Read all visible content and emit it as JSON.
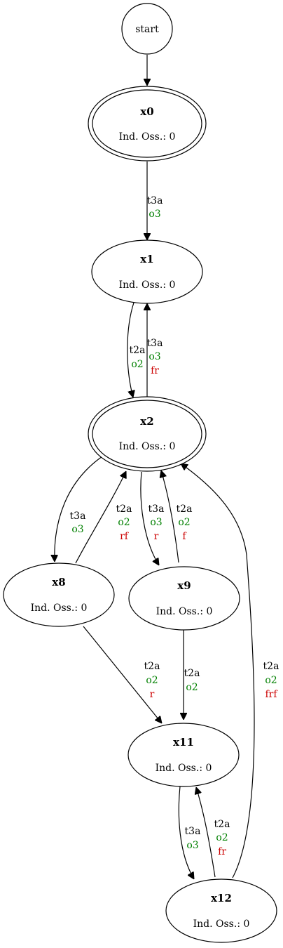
{
  "colors": {
    "event": "#000000",
    "observation": "#008000",
    "fault": "#cc0000"
  },
  "nodes": {
    "start": {
      "title": "start"
    },
    "x0": {
      "title": "x0",
      "sub": "Ind. Oss.: 0"
    },
    "x1": {
      "title": "x1",
      "sub": "Ind. Oss.: 0"
    },
    "x2": {
      "title": "x2",
      "sub": "Ind. Oss.: 0"
    },
    "x8": {
      "title": "x8",
      "sub": "Ind. Oss.: 0"
    },
    "x9": {
      "title": "x9",
      "sub": "Ind. Oss.: 0"
    },
    "x11": {
      "title": "x11",
      "sub": "Ind. Oss.: 0"
    },
    "x12": {
      "title": "x12",
      "sub": "Ind. Oss.: 0"
    }
  },
  "edges": {
    "x0_x1": {
      "event": "t3a",
      "obs": "o3"
    },
    "x1_x2": {
      "event": "t2a",
      "obs": "o2"
    },
    "x2_x1": {
      "event": "t3a",
      "obs": "o3",
      "fault": "fr"
    },
    "x2_x8": {
      "event": "t3a",
      "obs": "o3"
    },
    "x8_x2": {
      "event": "t2a",
      "obs": "o2",
      "fault": "rf"
    },
    "x2_x9": {
      "event": "t3a",
      "obs": "o3",
      "fault": "r"
    },
    "x9_x2": {
      "event": "t2a",
      "obs": "o2",
      "fault": "f"
    },
    "x8_x11": {
      "event": "t2a",
      "obs": "o2",
      "fault": "r"
    },
    "x9_x11": {
      "event": "t2a",
      "obs": "o2"
    },
    "x12_x2": {
      "event": "t2a",
      "obs": "o2",
      "fault": "frf"
    },
    "x11_x12": {
      "event": "t3a",
      "obs": "o3"
    },
    "x12_x11": {
      "event": "t2a",
      "obs": "o2",
      "fault": "fr"
    }
  }
}
